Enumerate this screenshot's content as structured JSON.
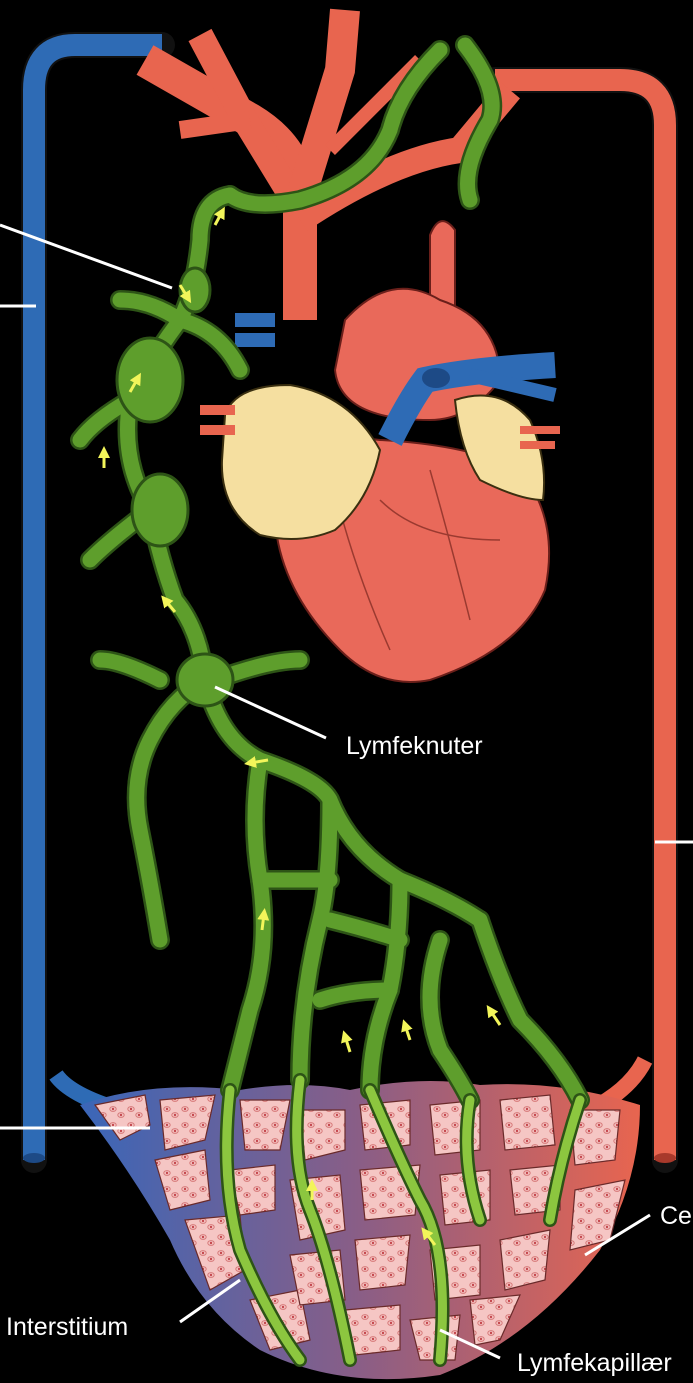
{
  "labels": {
    "lymph_nodes": "Lymfeknuter",
    "interstitium": "Interstitium",
    "cells_partial": "Ce",
    "lymph_capillaries_partial": "Lymfekapillær"
  },
  "colors": {
    "background": "#000000",
    "vein": "#2e6bb5",
    "artery": "#e8654f",
    "lymph": "#5e9e2c",
    "lymph_dark": "#2d5416",
    "flow_arrow": "#f2f55a",
    "heart": "#e9695a",
    "atrium": "#f5dfa0",
    "tissue": "#f3c1c1",
    "cell_nucleus": "#c4484e",
    "leader_line": "#ffffff"
  },
  "icons": [
    "heart-illustration",
    "lymph-node",
    "flow-arrow",
    "tissue-cell"
  ]
}
